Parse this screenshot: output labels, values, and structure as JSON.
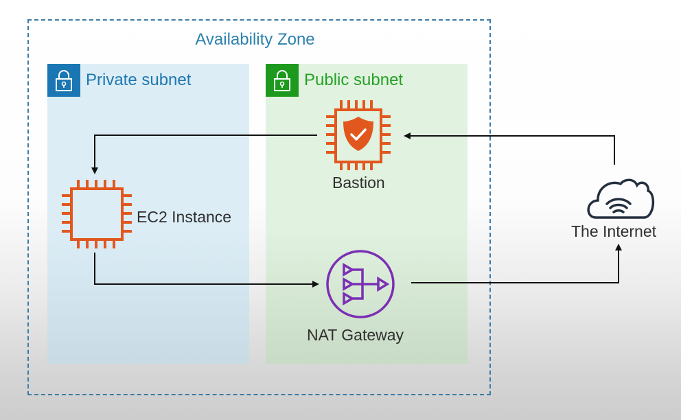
{
  "diagram": {
    "availability_zone": {
      "title": "Availability Zone",
      "border_color": "#3d7ba6"
    },
    "subnets": [
      {
        "id": "private",
        "label": "Private subnet",
        "icon": "lock-icon",
        "accent": "#1a77b3",
        "fill": "#dcedf6"
      },
      {
        "id": "public",
        "label": "Public subnet",
        "icon": "lock-icon",
        "accent": "#1d9a1d",
        "fill": "#e1f3e0"
      }
    ],
    "nodes": {
      "bastion": {
        "label": "Bastion",
        "icon": "ec2-shield-chip-icon",
        "subnet": "public",
        "color": "#e2571e"
      },
      "ec2": {
        "label": "EC2 Instance",
        "icon": "ec2-chip-icon",
        "subnet": "private",
        "color": "#e2571e"
      },
      "nat": {
        "label": "NAT Gateway",
        "icon": "nat-gateway-icon",
        "subnet": "public",
        "color": "#7b2fb4"
      },
      "internet": {
        "label": "The Internet",
        "icon": "cloud-wifi-icon",
        "color": "#232f3e"
      }
    },
    "connections": [
      {
        "from": "The Internet",
        "to": "Bastion"
      },
      {
        "from": "Bastion",
        "to": "EC2 Instance"
      },
      {
        "from": "EC2 Instance",
        "to": "NAT Gateway"
      },
      {
        "from": "NAT Gateway",
        "to": "The Internet"
      }
    ]
  }
}
